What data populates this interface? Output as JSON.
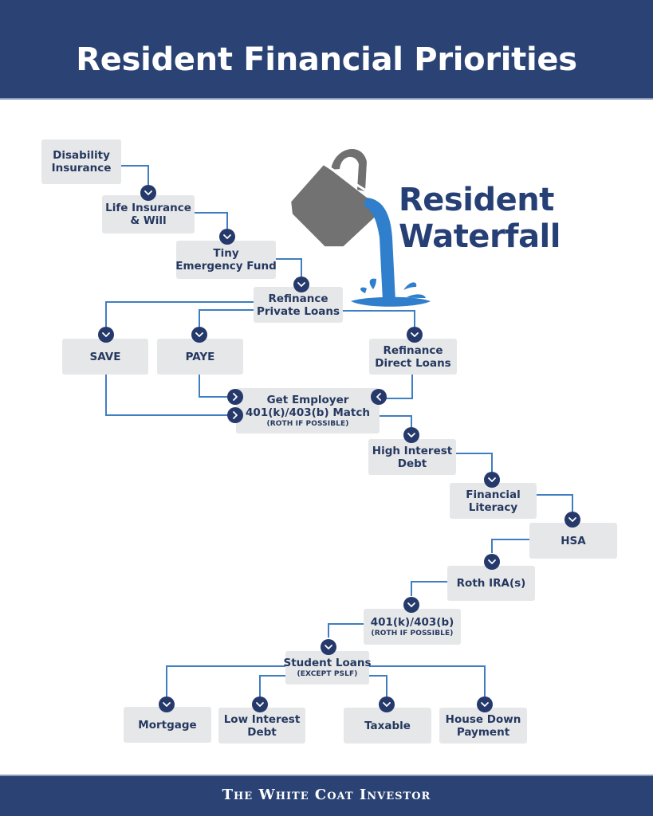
{
  "header": {
    "title": "Resident Financial Priorities"
  },
  "footer": {
    "brand": "The White Coat Investor"
  },
  "graphic": {
    "title_line1": "Resident",
    "title_line2": "Waterfall",
    "icon": "bucket-pouring-water-icon"
  },
  "colors": {
    "band": "#2a4374",
    "box": "#e6e7e9",
    "text": "#25385f",
    "connector": "#3f7ec0",
    "badge": "#25396b",
    "water": "#2f7fcc",
    "bucket": "#707070"
  },
  "steps": {
    "disability": {
      "lines": [
        "Disability",
        "Insurance"
      ]
    },
    "life": {
      "lines": [
        "Life Insurance",
        "& Will"
      ]
    },
    "emergency": {
      "lines": [
        "Tiny",
        "Emergency Fund"
      ]
    },
    "refi_private": {
      "lines": [
        "Refinance",
        "Private Loans"
      ]
    },
    "save": {
      "lines": [
        "SAVE"
      ]
    },
    "paye": {
      "lines": [
        "PAYE"
      ]
    },
    "refi_direct": {
      "lines": [
        "Refinance",
        "Direct Loans"
      ]
    },
    "match": {
      "lines": [
        "Get Employer",
        "401(k)/403(b) Match"
      ],
      "note": "(ROTH IF POSSIBLE)"
    },
    "high_debt": {
      "lines": [
        "High Interest",
        "Debt"
      ]
    },
    "literacy": {
      "lines": [
        "Financial",
        "Literacy"
      ]
    },
    "hsa": {
      "lines": [
        "HSA"
      ]
    },
    "roth_ira": {
      "lines": [
        "Roth IRA(s)"
      ]
    },
    "retirement": {
      "lines": [
        "401(k)/403(b)"
      ],
      "note": "(ROTH IF POSSIBLE)"
    },
    "student_loans": {
      "lines": [
        "Student Loans"
      ],
      "note": "(EXCEPT PSLF)"
    },
    "mortgage": {
      "lines": [
        "Mortgage"
      ]
    },
    "low_debt": {
      "lines": [
        "Low Interest",
        "Debt"
      ]
    },
    "taxable": {
      "lines": [
        "Taxable"
      ]
    },
    "house": {
      "lines": [
        "House Down",
        "Payment"
      ]
    }
  }
}
